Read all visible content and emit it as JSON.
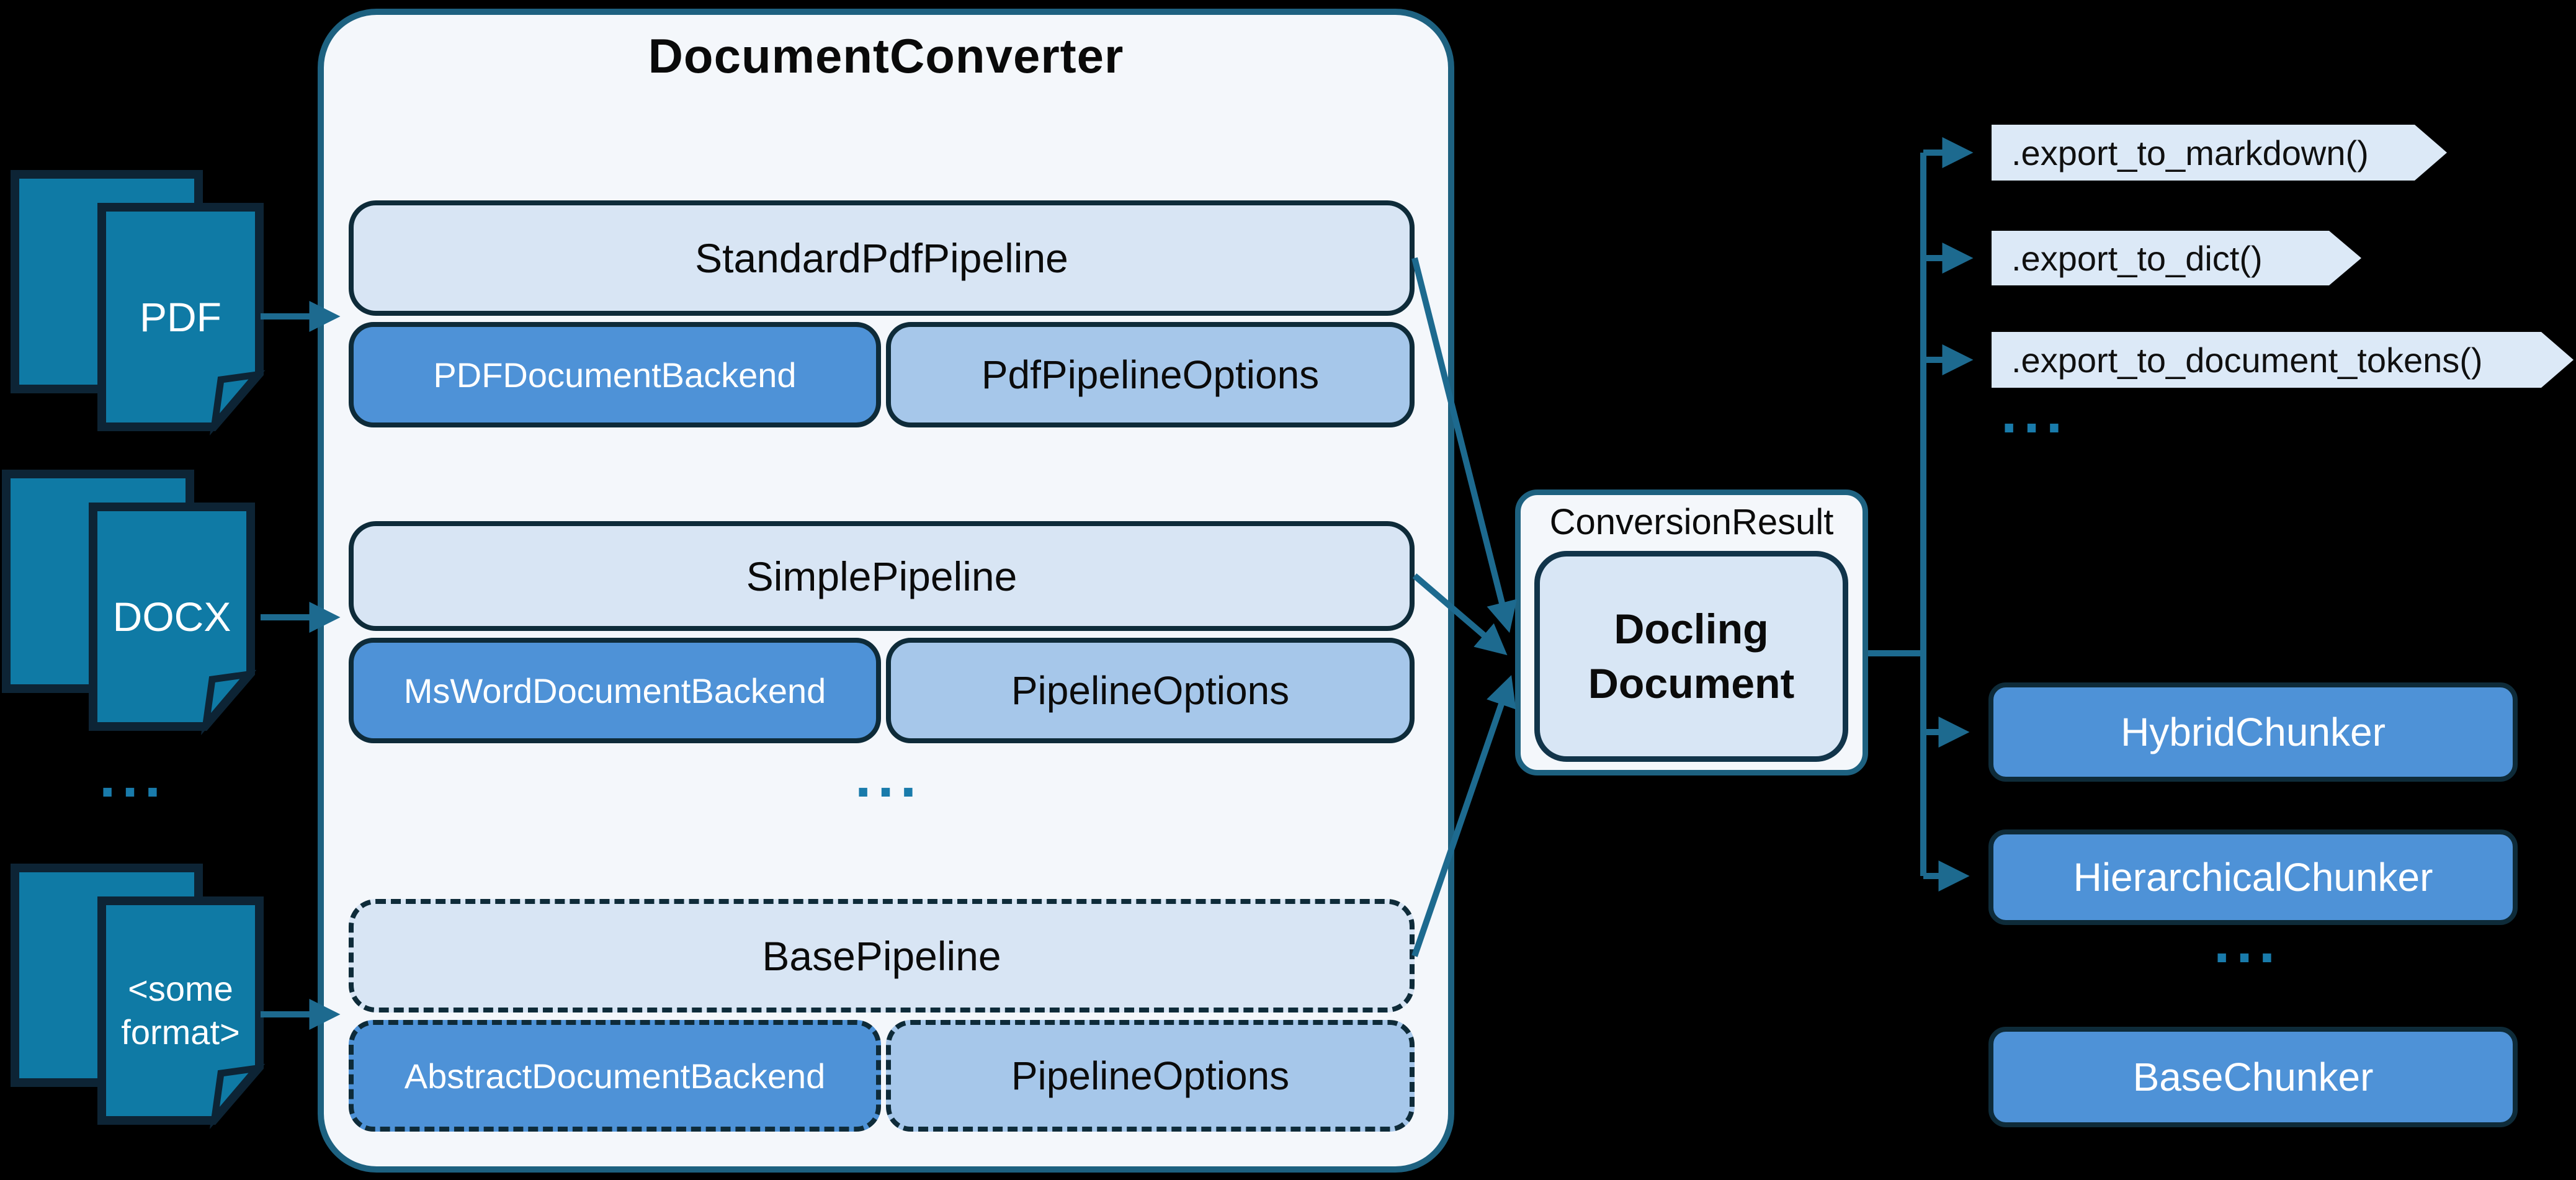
{
  "diagram": {
    "title": "DocumentConverter",
    "inputs": {
      "pdf": "PDF",
      "docx": "DOCX",
      "other_lines": [
        "<some",
        "format>"
      ],
      "ellipsis": "..."
    },
    "pipelines": [
      {
        "name": "StandardPdfPipeline",
        "backend": "PDFDocumentBackend",
        "options": "PdfPipelineOptions"
      },
      {
        "name": "SimplePipeline",
        "backend": "MsWordDocumentBackend",
        "options": "PipelineOptions"
      },
      {
        "name": "BasePipeline",
        "backend": "AbstractDocumentBackend",
        "options": "PipelineOptions"
      }
    ],
    "pipelines_ellipsis": "...",
    "result": {
      "label": "ConversionResult",
      "doc_lines": [
        "Docling",
        "Document"
      ]
    },
    "exports": {
      "markdown": ".export_to_markdown()",
      "dict": ".export_to_dict()",
      "doctokens": ".export_to_document_tokens()",
      "ellipsis": "..."
    },
    "chunkers": {
      "hybrid": "HybridChunker",
      "hierarchical": "HierarchicalChunker",
      "ellipsis": "...",
      "base": "BaseChunker"
    },
    "colors": {
      "background": "#000000",
      "container_fill": "#f4f7fb",
      "container_border": "#1d6180",
      "pipeline_fill": "#d8e5f4",
      "backend_fill": "#4e92d7",
      "options_fill": "#a6c7ea",
      "box_border": "#0e2b39",
      "file_icon_fill": "#0f7aa5",
      "file_icon_border": "#0d2435",
      "arrow": "#1d6a8f",
      "ellipsis_dots": "#197bab",
      "tag_fill": "#dce9f7",
      "docling_fill": "#d8e6f5",
      "text_dark": "#0b0b0b",
      "text_light": "#ffffff"
    }
  }
}
